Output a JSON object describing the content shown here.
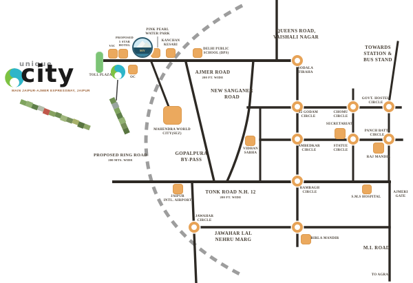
{
  "colors": {
    "accent_orange": "#E9A75C",
    "road_dark": "#2D2924",
    "ring_road_gray": "#9D9D9D",
    "toll_green": "#7CC476",
    "logo_green": "#7DC242",
    "logo_teal": "#2EB5C9",
    "label_text": "#453D33"
  },
  "logo": {
    "brand_top": "unique",
    "brand_main": "city",
    "tagline": "MAIN JAIPUR-AJMER EXPRESSWAY, JAIPUR"
  },
  "badge": {
    "name": "MY HAVELI"
  },
  "roads": {
    "queens": {
      "label": "QUEENS ROAD,\nVAISHALI NAGAR"
    },
    "towards_station": {
      "label": "TOWARDS\nSTATION &\nBUS STAND"
    },
    "ajmer": {
      "label": "AJMER ROAD",
      "width_note": "200 FT. WIDE"
    },
    "new_sanganer": {
      "label": "NEW SANGANER\nROAD"
    },
    "ring_road": {
      "label": "PROPOSED RING ROAD",
      "width_note": "200 MTS. WIDE"
    },
    "gopalpura": {
      "label": "GOPALPURA\nBY-PASS"
    },
    "tonk": {
      "label": "TONK ROAD N.H. 12",
      "width_note": "200 FT. WIDE"
    },
    "jln": {
      "label": "JAWAHAR LAL\nNEHRU MARG"
    },
    "mi": {
      "label": "M.I. ROAD"
    },
    "to_agra": {
      "label": "TO AGRA"
    },
    "ajmeri_gate": {
      "label": "AJMERI\nGATE"
    }
  },
  "junctions": {
    "sodala": "SODALA\nTIRAHA",
    "godam22": "22 GODAM\nCIRCLE",
    "chomu": "CHOMU\nCIRCLE",
    "govt_hostel": "GOVT. HOSTEL\nCIRCLE",
    "ambedkar": "AMBEDKAR\nCIRCLE",
    "statue": "STATUE\nCIRCLE",
    "panch_batti": "PANCH BATTI\nCIRCLE",
    "rambagh": "RAMBAGH\nCIRCLE",
    "jawahar": "JAWAHAR\nCIRCLE"
  },
  "landmarks": {
    "toll_plaza": "TOLL PLAZA",
    "vic": "VIC",
    "five_star_hotel": "PROPOSED\n5 STAR\nHOTEL",
    "pink_pearl": "PINK PEARL\nWATER PARK",
    "kanchan_kesari": "KANCHAN\nKESARI",
    "dps": "DELHI PUBLIC\nSCHOOL (DPS)",
    "oc": "OC",
    "mahendra_world_city": "MAHENDRA WORLD\nCITY(SEZ)",
    "vidhan_sabha": "VIDHAN\nSABHA",
    "secretariat": "SECRETARIAT",
    "raj_mandir": "RAJ MANDIR",
    "sms_hospital": "S.M.S HOSPITAL",
    "jaipur_airport": "JAIPUR\nINTL. AIRPORT",
    "birla_mandir": "BIRLA MANDIR"
  }
}
